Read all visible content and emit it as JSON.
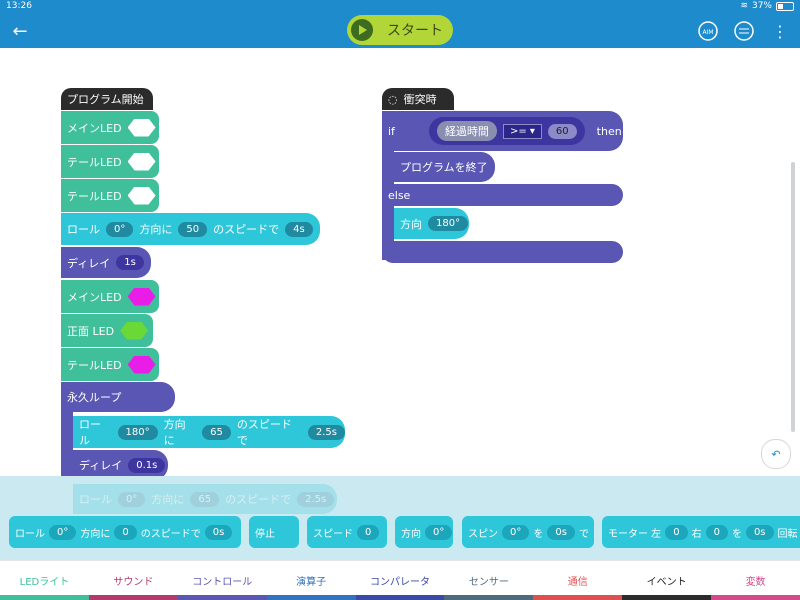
{
  "status": {
    "time": "13:26",
    "battery": "37%",
    "battery_fraction": 0.37
  },
  "header": {
    "start_label": "スタート"
  },
  "program_blocks": {
    "hat": "プログラム開始",
    "main_led_1": "メインLED",
    "tail_led_1": "テールLED",
    "tail_led_2": "テールLED",
    "roll1": {
      "label": "ロール",
      "angle": "0°",
      "dir": "方向に",
      "speed": "50",
      "speed_label": "のスピードで",
      "time": "4s"
    },
    "delay1": {
      "label": "ディレイ",
      "time": "1s"
    },
    "main_led_2": "メインLED",
    "front_led": "正面 LED",
    "tail_led_3": "テールLED",
    "loop": "永久ループ",
    "roll2": {
      "label": "ロール",
      "angle": "180°",
      "dir": "方向に",
      "speed": "65",
      "speed_label": "のスピードで",
      "time": "2.5s"
    },
    "delay2": {
      "label": "ディレイ",
      "time": "0.1s"
    },
    "roll3": {
      "label": "ロール",
      "angle": "0°",
      "dir": "方向に",
      "speed": "65",
      "speed_label": "のスピードで",
      "time": "2.5s"
    }
  },
  "collision_blocks": {
    "hat": "衝突時",
    "if": "if",
    "then": "then",
    "cond_label": "経過時間",
    "operator": ">=",
    "cond_value": "60",
    "end_program": "プログラムを終了",
    "else": "else",
    "heading": {
      "label": "方向",
      "value": "180°"
    }
  },
  "palette": {
    "roll": {
      "label": "ロール",
      "angle": "0°",
      "dir": "方向に",
      "speed": "0",
      "speed_label": "のスピードで",
      "time": "0s"
    },
    "stop": "停止",
    "speed": {
      "label": "スピード",
      "value": "0"
    },
    "heading": {
      "label": "方向",
      "value": "0°"
    },
    "spin": {
      "label": "スピン",
      "angle": "0°",
      "wo": "を",
      "time": "0s",
      "de": "で"
    },
    "motor": {
      "label": "モーター 左",
      "left": "0",
      "right_label": "右",
      "right": "0",
      "wo": "を",
      "time": "0s",
      "rot": "回転"
    }
  },
  "tabs": [
    {
      "label": "LEDライト",
      "color": "#3fbf9a"
    },
    {
      "label": "サウンド",
      "color": "#b43a6e"
    },
    {
      "label": "コントロール",
      "color": "#5a57b4"
    },
    {
      "label": "演算子",
      "color": "#2e74c0"
    },
    {
      "label": "コンパレータ",
      "color": "#3a49a8"
    },
    {
      "label": "センサー",
      "color": "#4e6a7d"
    },
    {
      "label": "通信",
      "color": "#e05050"
    },
    {
      "label": "イベント",
      "color": "#2b2b2b"
    },
    {
      "label": "変数",
      "color": "#d44a8a"
    }
  ],
  "colors": {
    "header": "#1d8bcc",
    "magenta": "#e81ee8",
    "green": "#6ad836",
    "white": "#ffffff"
  }
}
